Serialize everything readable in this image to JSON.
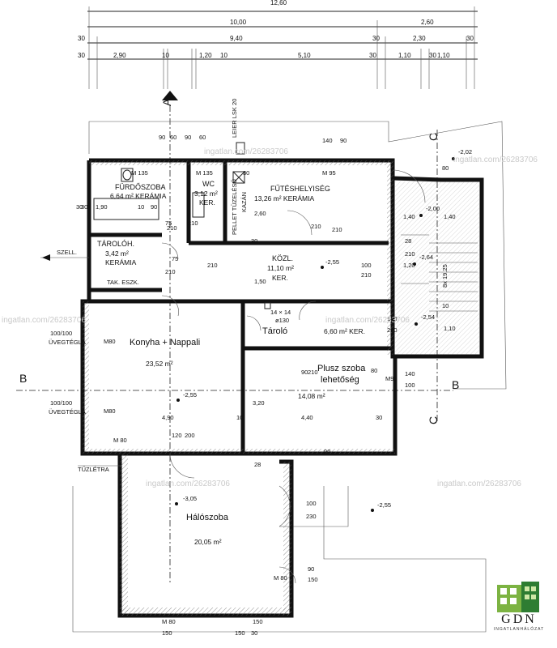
{
  "dimensions": {
    "top_total": "12,60",
    "row1": [
      "10,00",
      "2,60"
    ],
    "row2": [
      "30",
      "9,40",
      "30",
      "2,30",
      "30"
    ],
    "row3": [
      "30",
      "2,90",
      "10",
      "1,20",
      "10",
      "5,10",
      "30",
      "1,10",
      "30",
      "1,10"
    ]
  },
  "axes": {
    "a": "A",
    "b": "B",
    "c": "C"
  },
  "rooms": {
    "furdo": {
      "name": "FÜRDŐSZOBA",
      "area": "6,64 m² KERÁMIA"
    },
    "wc": {
      "name": "WC",
      "area": "3,12 m²",
      "floor": "KER."
    },
    "futes": {
      "name": "FŰTÉSHELYISÉG",
      "area": "13,26 m² KERÁMIA"
    },
    "tarol": {
      "name": "TÁROLÓH.",
      "area": "3,42 m²",
      "floor": "KERÁMIA"
    },
    "kozl": {
      "name": "KÖZL.",
      "area": "11,10 m²",
      "floor": "KER."
    },
    "konyha": {
      "name": "Konyha + Nappali",
      "area": "23,52 m²"
    },
    "taroló": {
      "name": "Tároló",
      "area": "6,60 m² KER."
    },
    "plusz": {
      "name": "Plusz szoba",
      "name2": "lehetőség",
      "area": "14,08 m²"
    },
    "halo": {
      "name": "Hálószoba",
      "area": "20,05 m²"
    }
  },
  "labels": {
    "leier": "LEIER LSK 20",
    "pellet": "PELLET TÜZELÉSŰ",
    "kazan": "KAZÁN",
    "szell": "SZELL.",
    "takeszk": "TAK. ESZK.",
    "uveg1": "100/100",
    "uveg1b": "ÜVEGTÉGLA",
    "uveg2": "100/100",
    "uveg2b": "ÜVEGTÉGLA",
    "tuzletra": "TŰZLÉTRA",
    "box": "14 × 14",
    "pipe": "ø130",
    "stair": "8x 19.25"
  },
  "levels": [
    "-2,02",
    "-2,00",
    "-2,55",
    "-2,64",
    "-2,54",
    "-2,55",
    "-3,05",
    "-2,55"
  ],
  "misc_dims": [
    "M 135",
    "M 135",
    "M 95",
    "90",
    "60",
    "90",
    "60",
    "140",
    "90",
    "210",
    "210",
    "210",
    "210",
    "1,90",
    "10",
    "90",
    "30",
    "75",
    "75",
    "210",
    "210",
    "2,60",
    "1,40",
    "1,40",
    "1,50",
    "1,20",
    "1,10",
    "100",
    "210",
    "100",
    "210",
    "90",
    "210",
    "140",
    "100",
    "3,20",
    "4,90",
    "4,40",
    "10",
    "30",
    "M80",
    "M80",
    "M 80",
    "M 80",
    "M90",
    "120",
    "200",
    "100",
    "230",
    "90",
    "150",
    "M 80",
    "150",
    "150",
    "150",
    "30",
    "30",
    "30",
    "30",
    "28",
    "28",
    "210",
    "80",
    "10",
    "90",
    "80"
  ],
  "watermarks": [
    "ingatlan.com/26283706",
    "ingatlan.com/26283706",
    "ingatlan.com/26283706",
    "ingatlan.com/26283706",
    "ingatlan.com/26283706",
    "ingatlan.com/26283706"
  ],
  "logo": {
    "text": "GDN",
    "sub": "INGATLANHÁLÓZAT"
  },
  "colors": {
    "logo_green": "#7cb342",
    "logo_dark": "#2e7d32",
    "wall": "#111111",
    "hatch": "#777777"
  }
}
